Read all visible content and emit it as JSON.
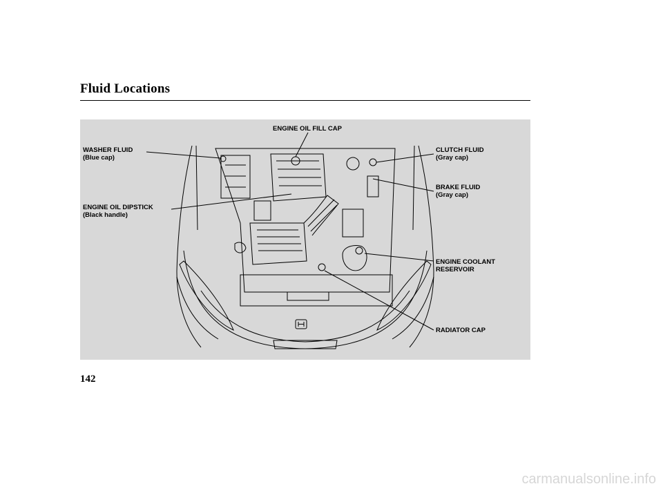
{
  "page": {
    "title": "Fluid Locations",
    "page_number": "142",
    "watermark": "carmanualsonline.info"
  },
  "labels": {
    "engine_oil_fill_cap": "ENGINE OIL FILL CAP",
    "washer_fluid": "WASHER FLUID",
    "washer_fluid_note": "(Blue cap)",
    "engine_oil_dipstick": "ENGINE OIL DIPSTICK",
    "engine_oil_dipstick_note": "(Black handle)",
    "clutch_fluid": "CLUTCH FLUID",
    "clutch_fluid_note": "(Gray cap)",
    "brake_fluid": "BRAKE FLUID",
    "brake_fluid_note": "(Gray cap)",
    "engine_coolant_reservoir_line1": "ENGINE COOLANT",
    "engine_coolant_reservoir_line2": "RESERVOIR",
    "radiator_cap": "RADIATOR CAP"
  },
  "colors": {
    "figure_background": "#d8d8d8",
    "line": "#000000"
  }
}
